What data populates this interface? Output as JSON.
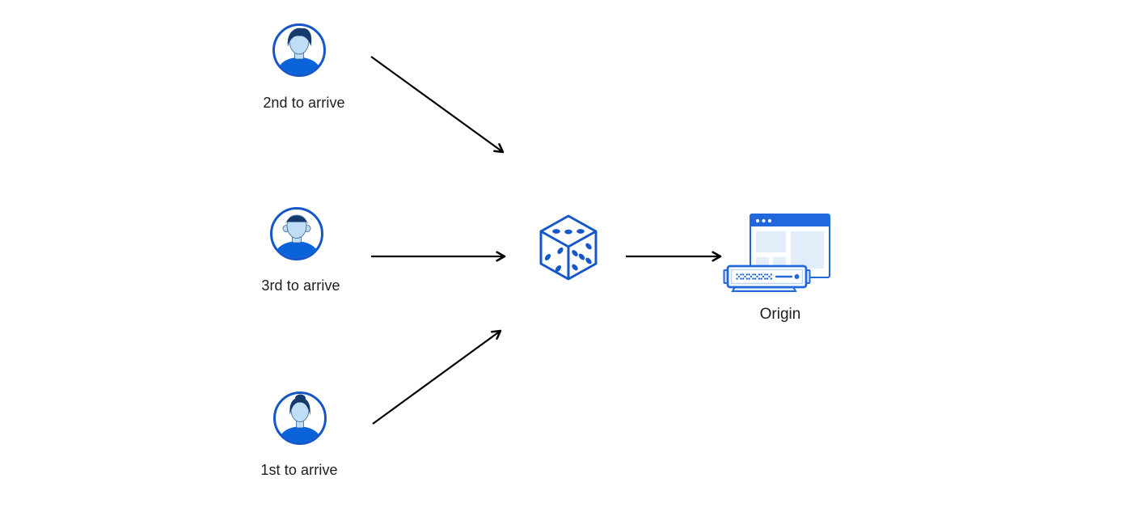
{
  "diagram": {
    "clients": [
      {
        "label": "2nd to arrive",
        "avatar_icon": "person-man-swept-hair-icon"
      },
      {
        "label": "3rd to arrive",
        "avatar_icon": "person-man-flat-hair-icon"
      },
      {
        "label": "1st to arrive",
        "avatar_icon": "person-woman-bun-icon"
      }
    ],
    "router_icon": "dice-icon",
    "origin": {
      "label": "Origin",
      "icon": "origin-server-browser-icon"
    },
    "colors": {
      "primary_blue": "#1556C9",
      "titlebar_blue": "#2268DD",
      "bright_blue": "#0B63D9",
      "dark_navy": "#143A6E",
      "face_blue": "#BFDDF4",
      "pale_blue": "#E2EDFA",
      "border_light_blue": "#BCD7F2",
      "arrow_color": "#000000",
      "text_color": "#1D1D1F",
      "canvas_bg": "#FFFFFF"
    }
  }
}
